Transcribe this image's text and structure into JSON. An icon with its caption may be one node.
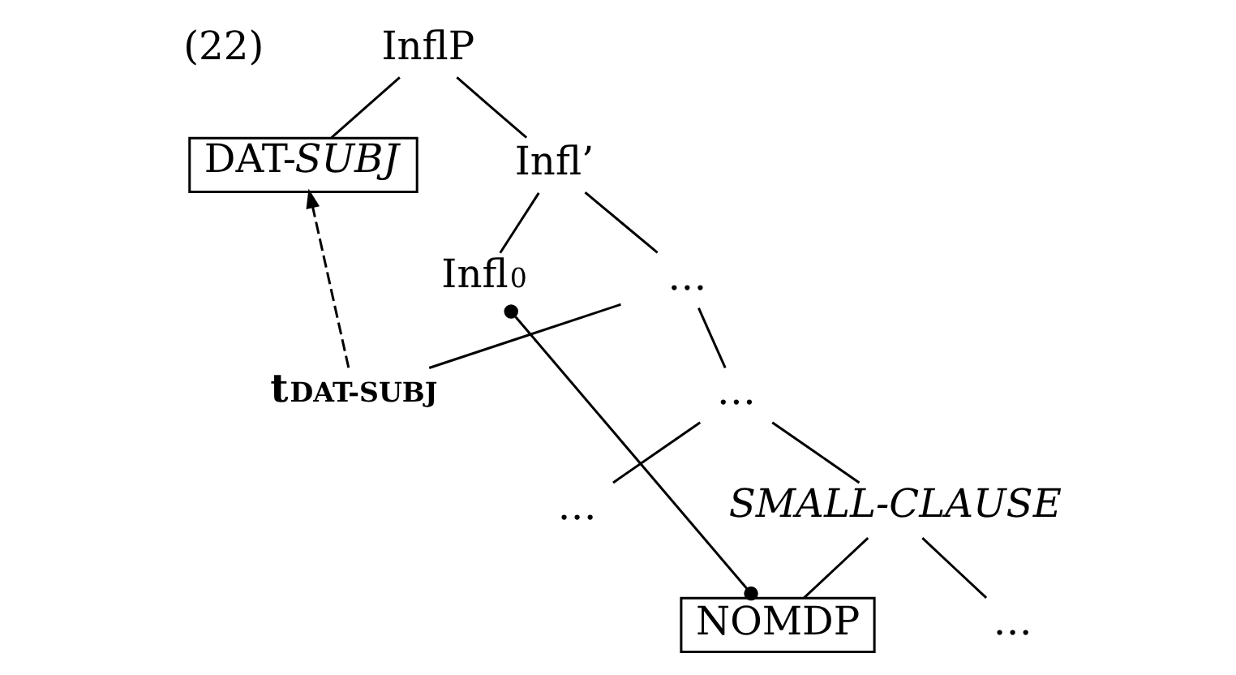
{
  "diagram": {
    "nodes": [
      {
        "text": [
          "InflP"
        ]
      },
      {
        "text": [
          "DAT-*SUBJ*"
        ]
      },
      {
        "text": [
          "Infl’"
        ]
      },
      {
        "text": [
          "Infl$^{0}$"
        ]
      },
      {
        "text": [
          "…"
        ]
      },
      {
        "text": [
          "t$_{DAT-SUBJ}$"
        ]
      },
      {
        "text": [
          "…"
        ]
      },
      {
        "text": [
          "…"
        ]
      },
      {
        "text": [
          "SMALL-CLAUSE"
        ]
      },
      {
        "text": [
          "NOMDP"
        ]
      },
      {
        "text": [
          "…"
        ]
      }
    ],
    "edges": [
      {
        "from": 0,
        "to": 1,
        "arrow": "none"
      },
      {
        "from": 0,
        "to": 2,
        "arrow": "none"
      },
      {
        "from": 2,
        "to": 3,
        "arrow": "none"
      },
      {
        "from": 2,
        "to": 4,
        "arrow": "none"
      },
      {
        "from": 4,
        "to": 5,
        "arrow": "none"
      },
      {
        "from": 4,
        "to": 6,
        "arrow": "none"
      },
      {
        "from": 6,
        "to": 7,
        "arrow": "none"
      },
      {
        "from": 6,
        "to": 8,
        "arrow": "none"
      },
      {
        "from": 8,
        "to": 9,
        "arrow": "none"
      },
      {
        "from": 8,
        "to": 10,
        "arrow": "none"
      },
      {
        "from": 5,
        "to": 1,
        "arrow": "to",
        "style": "dashed"
      },
      {
        "from": 3,
        "to": 9,
        "arrow": "other"
      }
    ],
    "labels": [
      "(22)"
    ]
  }
}
